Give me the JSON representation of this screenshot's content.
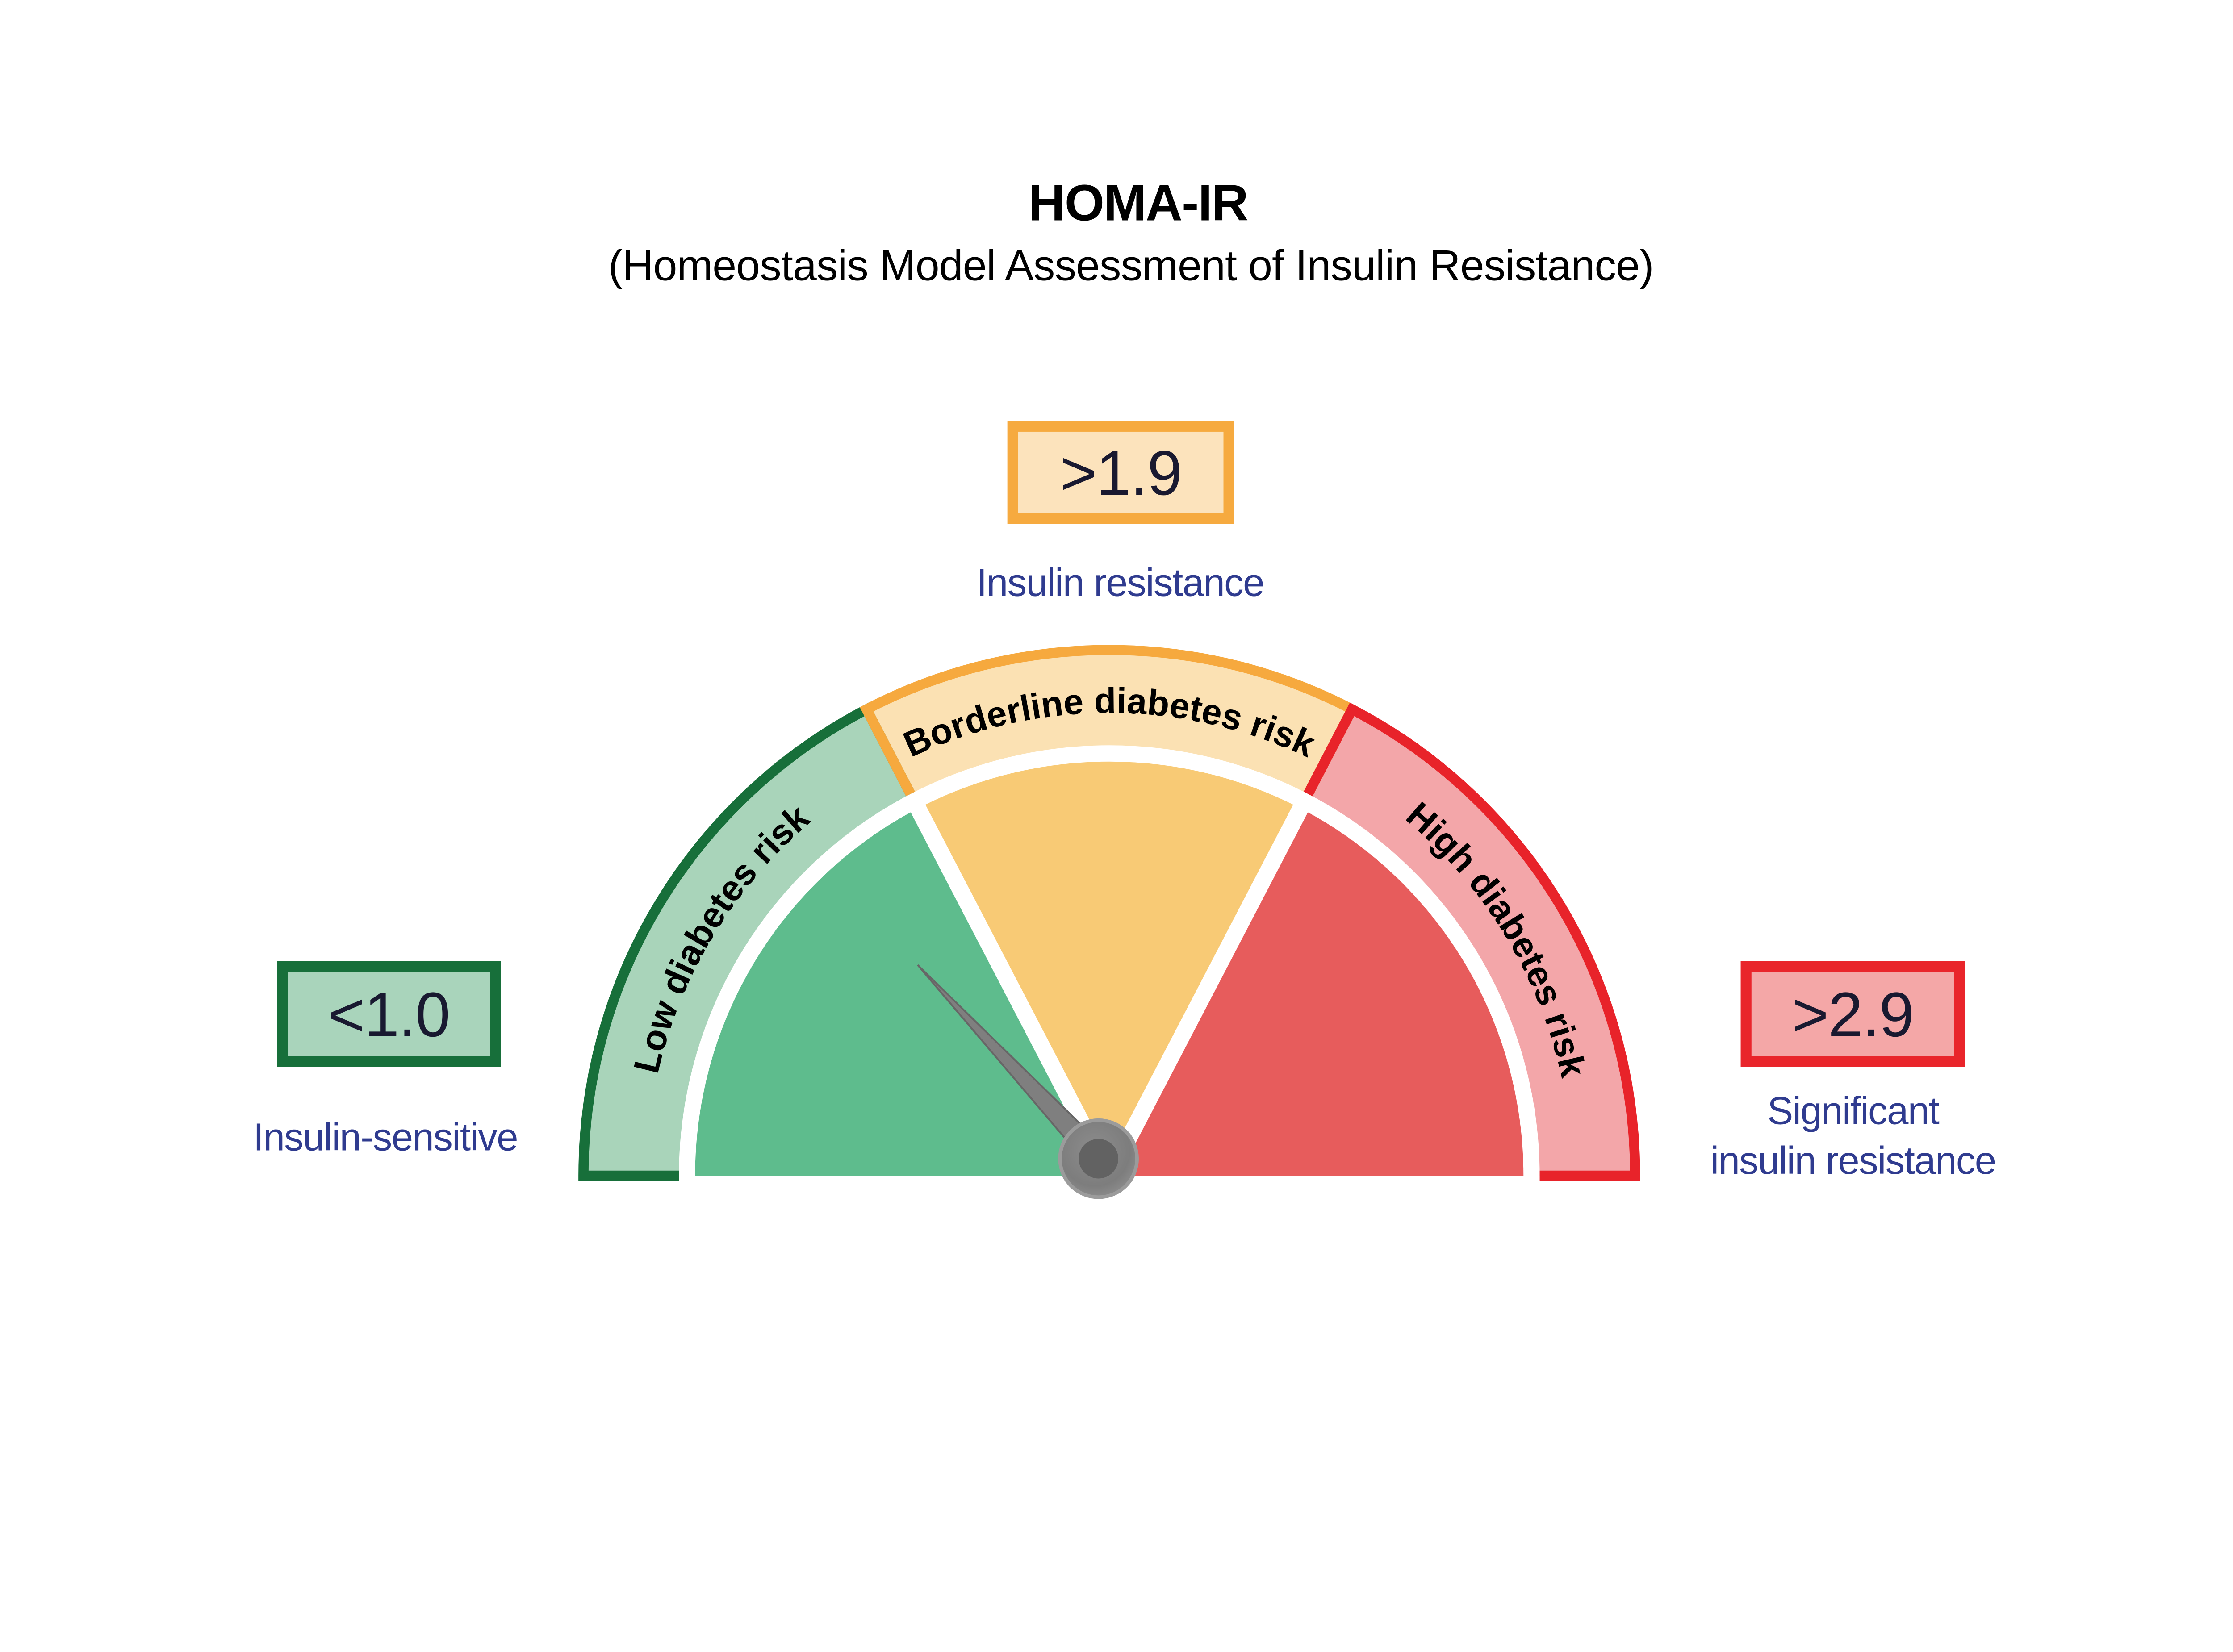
{
  "header": {
    "title": "HOMA-IR",
    "subtitle": "(Homeostasis Model Assessment of Insulin Resistance)"
  },
  "colors": {
    "background": "#FFFFFF",
    "caption_blue": "#2F3B8F",
    "value_text": "#191930",
    "ring_label_text": "#000000",
    "separator_white": "#FFFFFF",
    "needle_gray": "#7F7F7F",
    "needle_edge": "#676767",
    "hub_gray": "#848484",
    "hub_rim": "#9B9B9B",
    "hub_inner_gray": "#626262"
  },
  "callouts": {
    "top": {
      "value": ">1.9",
      "caption": "Insulin resistance",
      "box_fill": "#FCE3BC",
      "box_border": "#F6AA3F"
    },
    "left": {
      "value": "<1.0",
      "caption": "Insulin-sensitive",
      "box_fill": "#A9D4BB",
      "box_border": "#176F3A"
    },
    "right": {
      "value": ">2.9",
      "caption_lines": [
        "Significant",
        "insulin resistance"
      ],
      "box_fill": "#F4A7A7",
      "box_border": "#E9252B"
    }
  },
  "gauge": {
    "segments": [
      {
        "id": "low",
        "label": "Low diabetes risk",
        "ring_fill": "#A9D4BA",
        "ring_stroke": "#176F3A",
        "sector_fill": "#5EBC8D"
      },
      {
        "id": "borderline",
        "label": "Borderline diabetes risk",
        "ring_fill": "#FBE1B3",
        "ring_stroke": "#F6A93E",
        "sector_fill": "#F8CA75"
      },
      {
        "id": "high",
        "label": "High diabetes risk",
        "ring_fill": "#F3A6A9",
        "ring_stroke": "#E8232A",
        "sector_fill": "#E75C5C"
      }
    ]
  },
  "chart_data": {
    "type": "gauge",
    "title": "HOMA-IR",
    "subtitle": "(Homeostasis Model Assessment of Insulin Resistance)",
    "zones": [
      {
        "label": "Low diabetes risk",
        "threshold": "<1.0",
        "meaning": "Insulin-sensitive",
        "sector_color": "#5EBC8D",
        "ring_color": "#A9D4BA",
        "outline_color": "#176F3A",
        "arc_span_deg": [
          180,
          117.5
        ]
      },
      {
        "label": "Borderline diabetes risk",
        "threshold": ">1.9",
        "meaning": "Insulin resistance",
        "sector_color": "#F8CA75",
        "ring_color": "#FBE1B3",
        "outline_color": "#F6A93E",
        "arc_span_deg": [
          117.5,
          62.5
        ]
      },
      {
        "label": "High diabetes risk",
        "threshold": ">2.9",
        "meaning": "Significant insulin resistance",
        "sector_color": "#E75C5C",
        "ring_color": "#F3A6A9",
        "outline_color": "#E8232A",
        "arc_span_deg": [
          62.5,
          0
        ]
      }
    ],
    "needle": {
      "points_to_zone": "Low diabetes risk",
      "angle_from_vertical_deg": -43
    },
    "legend_position": "none",
    "grid": false
  }
}
